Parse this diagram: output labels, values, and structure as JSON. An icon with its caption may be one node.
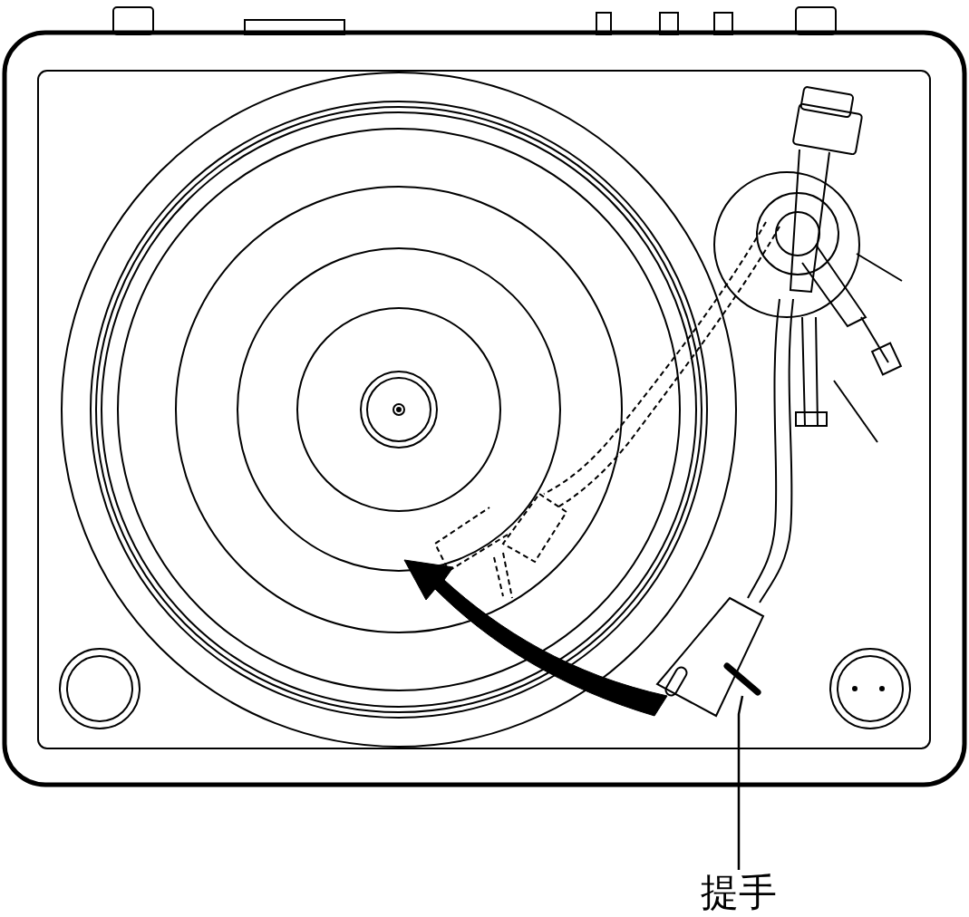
{
  "diagram": {
    "nodes": [
      {
        "text": [
          "提手"
        ]
      },
      {
        "text": [],
        "shape": "picture"
      }
    ],
    "edges": [
      {
        "from": 0,
        "to": 1,
        "arrow": "none"
      }
    ]
  }
}
